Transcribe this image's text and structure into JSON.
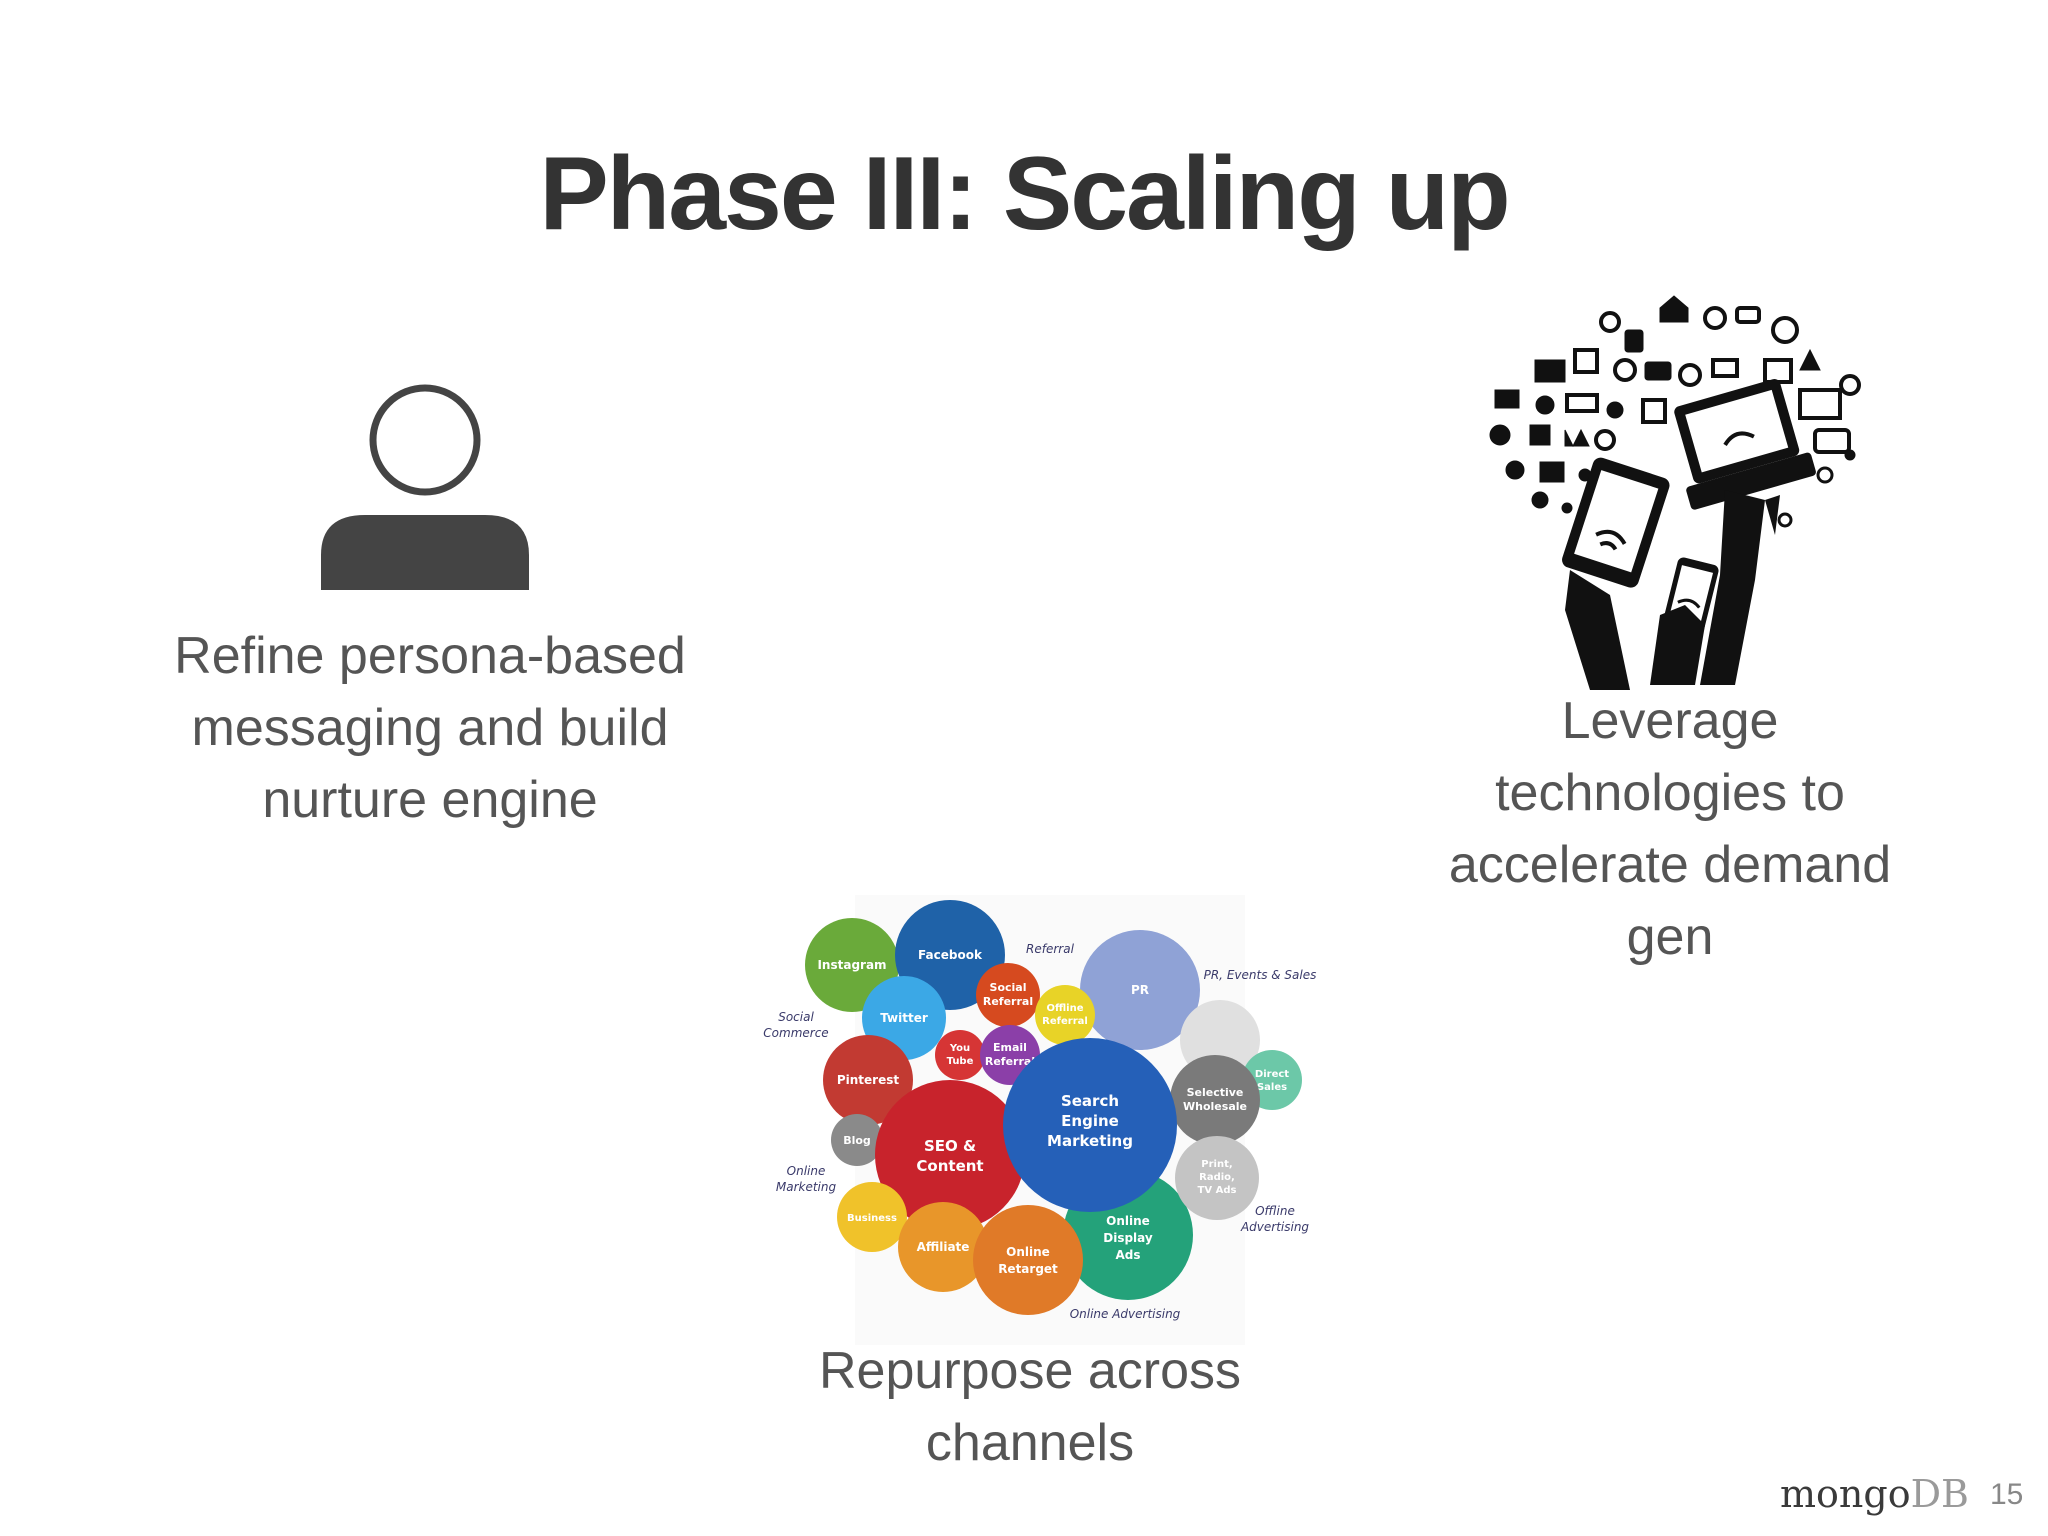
{
  "slide": {
    "title": "Phase III: Scaling up",
    "page_number": "15"
  },
  "footer": {
    "logo_part1": "mongo",
    "logo_part2": "DB"
  },
  "items": {
    "persona": {
      "icon": "person-icon",
      "line1": "Refine persona-based",
      "line2": "messaging and build",
      "line3": "nurture engine"
    },
    "technology": {
      "icon": "technology-hands-icon",
      "line1": "Leverage",
      "line2": "technologies to",
      "line3": "accelerate demand",
      "line4": "gen"
    },
    "channels": {
      "icon": "channel-bubbles-icon",
      "line1": "Repurpose across",
      "line2": "channels",
      "bubbles": {
        "instagram": "Instagram",
        "facebook": "Facebook",
        "twitter": "Twitter",
        "social_referral_1": "Social",
        "social_referral_2": "Referral",
        "offline_referral_1": "Offline",
        "offline_referral_2": "Referral",
        "pr": "PR",
        "youtube_1": "You",
        "youtube_2": "Tube",
        "email_referral_1": "Email",
        "email_referral_2": "Referral",
        "pinterest": "Pinterest",
        "blog": "Blog",
        "seo_1": "SEO &",
        "seo_2": "Content",
        "sem_1": "Search",
        "sem_2": "Engine",
        "sem_3": "Marketing",
        "selective_1": "Selective",
        "selective_2": "Wholesale",
        "direct_1": "Direct",
        "direct_2": "Sales",
        "print_1": "Print,",
        "print_2": "Radio,",
        "print_3": "TV Ads",
        "business": "Business",
        "affiliate": "Affiliate",
        "retarget_1": "Online",
        "retarget_2": "Retarget",
        "display_1": "Online",
        "display_2": "Display",
        "display_3": "Ads"
      },
      "annotations": {
        "referral": "Referral",
        "pr_events": "PR, Events & Sales",
        "social_commerce_1": "Social",
        "social_commerce_2": "Commerce",
        "online_marketing_1": "Online",
        "online_marketing_2": "Marketing",
        "offline_advertising_1": "Offline",
        "offline_advertising_2": "Advertising",
        "online_advertising": "Online Advertising"
      }
    }
  }
}
